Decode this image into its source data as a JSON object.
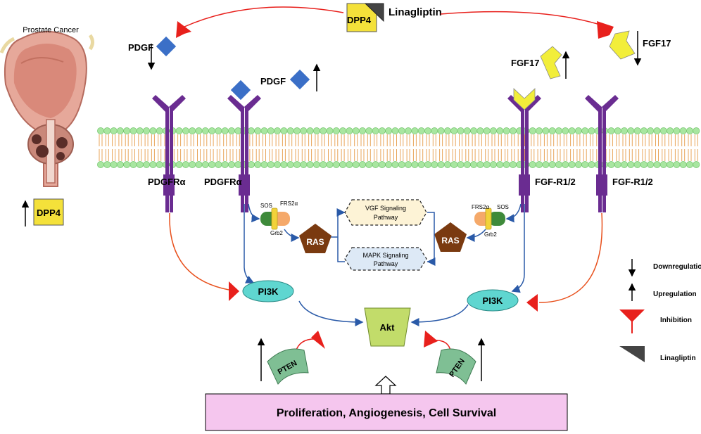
{
  "organ": {
    "title": "Prostate Cancer"
  },
  "inhibitor": {
    "enzyme": "DPP4",
    "drug": "Linagliptin"
  },
  "ligands": {
    "pdgf_down": "PDGF",
    "pdgf_up": "PDGF",
    "fgf17_up": "FGF17",
    "fgf17_down": "FGF17"
  },
  "receptors": {
    "pdgfr_left": "PDGFRα",
    "pdgfr_right": "PDGFRα",
    "fgfr_left": "FGF-R1/2",
    "fgfr_right": "FGF-R1/2"
  },
  "dpp4_upregulated": "DPP4",
  "adaptor": {
    "sos": "SOS",
    "frs2a": "FRS2α",
    "grb2": "Grb2"
  },
  "nodes": {
    "ras": "RAS",
    "pi3k": "PI3K",
    "akt": "Akt",
    "pten": "PTEN"
  },
  "pathways": {
    "vgf_line1": "VGF Signaling",
    "vgf_line2": "Pathway",
    "mapk_line1": "MAPK Signaling",
    "mapk_line2": "Pathway"
  },
  "outcome": "Proliferation, Angiogenesis, Cell Survival",
  "legend": {
    "down": "Downregulation",
    "up": "Upregulation",
    "inhibition": "Inhibition",
    "linagliptin": "Linagliptin"
  },
  "colors": {
    "receptor": "#6a2c91",
    "pdgf": "#3b6fc7",
    "fgf17": "#f2ee3a",
    "dpp4": "#f4e13a",
    "membrane_head": "#a8e6a0",
    "membrane_tail": "#e8a55a",
    "ras": "#7a3a10",
    "pi3k": "#5fd6d0",
    "akt": "#c2dc6a",
    "pten": "#7fbf94",
    "inhibition": "#e8201c",
    "signal_arrow": "#2a5aa8",
    "inhibit_line": "#e8501c",
    "outcome_box": "#f5c6ee",
    "vgf_box": "#fdf3d6",
    "mapk_box": "#dde9f6"
  }
}
